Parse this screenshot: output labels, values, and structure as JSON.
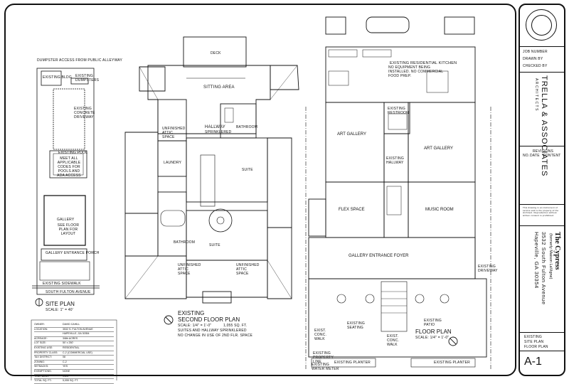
{
  "site_plan": {
    "title": "SITE PLAN",
    "scale": "SCALE: 1\" = 40'",
    "dumpster_note": "DUMPSTER ACCESS FROM PUBLIC ALLEYWAY",
    "existing_dumpsters": "EXISTING DUMPSTERS",
    "existing_bldg": "EXISTING BLDG",
    "driveway": "EXISTING CONCRETE DRIVEWAY",
    "pool": "EXISTING POOL",
    "pool_note": "MEET ALL APPLICABLE CODES FOR POOLS AND ADA ACCESS",
    "gallery": "GALLERY",
    "gallery_note": "SEE FLOOR PLAN FOR LAYOUT",
    "entrance_porch": "GALLERY ENTRANCE PORCH",
    "sidewalk": "EXISTING SIDEWALK",
    "street": "SOUTH FULTON AVENUE",
    "data_rows": [
      [
        "OWNER:",
        "DAVID CAHILL"
      ],
      [
        "LOCATION:",
        "3532 S. FULTON AVENUE"
      ],
      [
        "",
        "HAPEVILLE, GA 30354"
      ],
      [
        "ACREAGE:",
        "3/8th ACRES"
      ],
      [
        "LOT SIZE:",
        "50' x 250'"
      ],
      [
        "EXISTING USE:",
        "RESIDENTIAL"
      ],
      [
        "PROPERTY CLASS:",
        "C-2 (COMMERCIAL USE)"
      ],
      [
        "TAX DISTRICT:",
        "08"
      ],
      [
        "ZONING:",
        "C-2"
      ],
      [
        "SETBACKS:",
        "YES"
      ],
      [
        "EXEMPTIONS:",
        "NONE"
      ],
      [
        "YEAR BUILT:",
        "1923"
      ],
      [
        "TOTAL SQ. FT.:",
        "5,055 SQ. FT."
      ]
    ]
  },
  "second_floor": {
    "title_1": "EXISTING",
    "title_2": "SECOND FLOOR PLAN",
    "scale": "SCALE: 1/4\" = 1'-0\"",
    "area": "1,055 SQ. FT.",
    "note_1": "SUITES AND HALLWAY SPRINKLERED",
    "note_2": "NO CHANGE IN USE OF 2ND FLR. SPACE",
    "deck": "DECK",
    "sitting_area": "SITTING AREA",
    "hallway": "HALLWAY",
    "sprinklered": "SPRINKLERED",
    "bathroom": "BATHROOM",
    "bathroom2": "BATHROOM",
    "laundry": "LAUNDRY",
    "suite": "SUITE",
    "suite2": "SUITE",
    "attic_1": "UNFINISHED ATTIC SPACE",
    "attic_2": "UNFINISHED ATTIC SPACE",
    "attic_3": "UNFINISHED ATTIC SPACE"
  },
  "floor_plan": {
    "title": "FLOOR PLAN",
    "scale": "SCALE: 1/4\" = 1'-0\"",
    "kitchen": "EXISTING RESIDENTIAL KITCHEN",
    "kitchen_note": "NO EQUIPMENT BEING INSTALLED. NO COMMERCIAL FOOD PREP.",
    "restroom": "EXISTING RESTROOM",
    "art_gallery_1": "ART GALLERY",
    "art_gallery_2": "ART GALLERY",
    "hallway": "EXISTING HALLWAY",
    "flex_space": "FLEX SPACE",
    "music_room": "MUSIC ROOM",
    "foyer": "GALLERY ENTRANCE FOYER",
    "driveway": "EXISTING DRIVEWAY",
    "existing_seating": "EXISTING SEATING",
    "existing_patio": "EXISTING PATIO",
    "existing_walk_1": "EXIST. CONC. WALK",
    "existing_walk_2": "EXIST. CONC. WALK",
    "water_meter": "EXISTING WATER METER",
    "property_line": "EXISTING PROPERTY LINE",
    "planter_1": "EXISTING PLANTER",
    "planter_2": "EXISTING PLANTER"
  },
  "title_block": {
    "job_number": "JOB NUMBER",
    "drawn_by": "DRAWN BY",
    "checked_by": "CHECKED BY",
    "firm": "TRELLA & ASSOCIATES",
    "firm_sub": "ARCHITECTS",
    "revisions": "REVISIONS",
    "rev_no": "NO.",
    "rev_date": "DATE",
    "rev_content": "CONTENT",
    "disclaimer": "This drawing is an instrument of service and is the property of the Architect. Reproduction without written consent is prohibited.",
    "project_name": "The Cypress",
    "project_sub": "(formerly Maison LaVigne)",
    "address_1": "3532 South Fulton Avenue",
    "address_2": "Hapeville, GA 30354",
    "sheet_desc_1": "EXISTING",
    "sheet_desc_2": "SITE PLAN",
    "sheet_desc_3": "FLOOR PLAN",
    "sheet_number": "A-1"
  }
}
